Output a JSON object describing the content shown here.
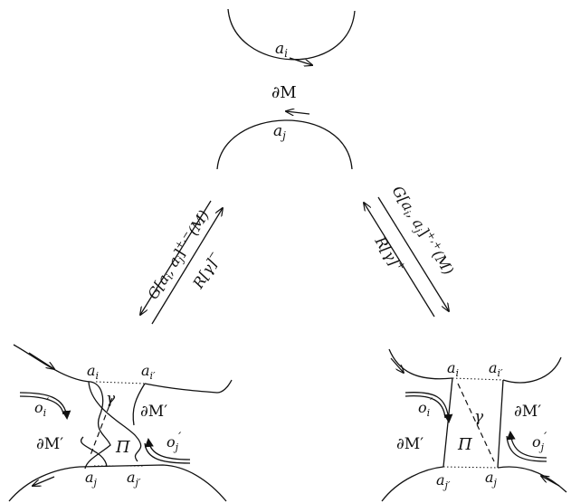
{
  "top": {
    "label_ai": "a",
    "sub_i": "i",
    "boundary": "∂M",
    "label_aj": "a",
    "sub_j": "j"
  },
  "arrows": {
    "left_forward": "G[a",
    "left_forward_tail": ", a",
    "left_forward_end": "]",
    "left_forward_sup": "+,−",
    "left_forward_arg": "(M)",
    "left_reverse": "R[γ]",
    "left_reverse_sup": "−",
    "right_forward": "G[a",
    "right_forward_tail": ", a",
    "right_forward_end": "]",
    "right_forward_sup": "+,+",
    "right_forward_arg": "(M)",
    "right_reverse": "R[γ]",
    "right_reverse_sup": "+",
    "sub_i": "i",
    "sub_j": "j"
  },
  "bottom_left": {
    "a": "a",
    "sub_i": "i",
    "sub_i_prime": "i′",
    "sub_j": "j",
    "sub_j_prime": "j′",
    "gamma": "γ",
    "pi": "Π",
    "boundary_prime": "∂M′",
    "o": "o",
    "o_i_sub": "i",
    "o_j_sub": "j",
    "prime": "′"
  },
  "bottom_right": {
    "a": "a",
    "sub_i": "i",
    "sub_i_prime": "i′",
    "sub_j": "j",
    "sub_j_prime": "j′",
    "gamma": "γ",
    "pi": "Π",
    "boundary_prime": "∂M′",
    "o": "o",
    "o_i_sub": "i",
    "o_j_sub": "j",
    "prime": "′"
  }
}
